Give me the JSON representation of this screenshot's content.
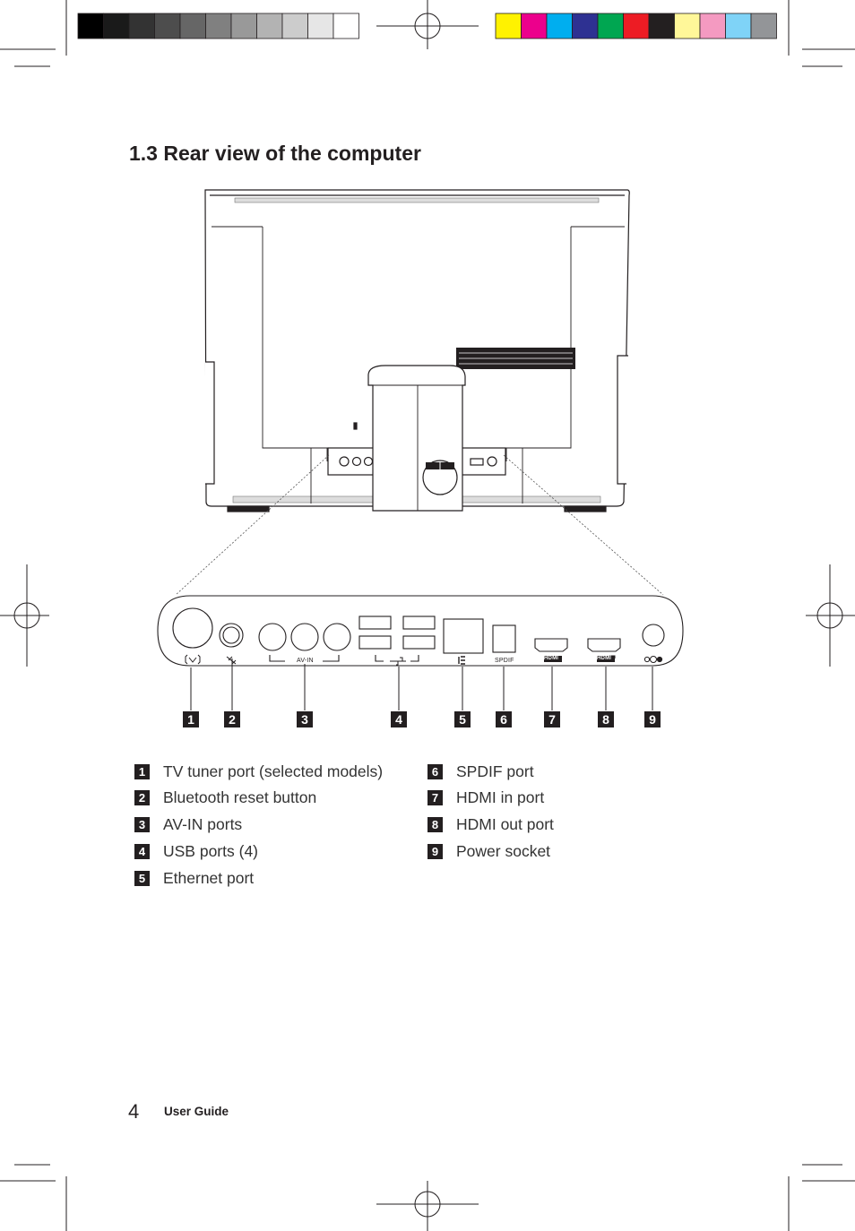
{
  "page": {
    "title": "1.3 Rear view of the computer",
    "footer_page_number": "4",
    "footer_label": "User Guide"
  },
  "panel_labels": {
    "av_in": "AV-IN",
    "spdif": "SPDIF",
    "hdmi_in": "HDMI",
    "hdmi_out": "HDMI"
  },
  "callouts": [
    "1",
    "2",
    "3",
    "4",
    "5",
    "6",
    "7",
    "8",
    "9"
  ],
  "legend_left": [
    {
      "num": "1",
      "label": "TV tuner port (selected models)"
    },
    {
      "num": "2",
      "label": "Bluetooth reset button"
    },
    {
      "num": "3",
      "label": "AV-IN ports"
    },
    {
      "num": "4",
      "label": "USB ports (4)"
    },
    {
      "num": "5",
      "label": "Ethernet port"
    }
  ],
  "legend_right": [
    {
      "num": "6",
      "label": "SPDIF port"
    },
    {
      "num": "7",
      "label": "HDMI in port"
    },
    {
      "num": "8",
      "label": "HDMI out port"
    },
    {
      "num": "9",
      "label": "Power socket"
    }
  ],
  "color_bar_grayscale": [
    "#000000",
    "#1a1a1a",
    "#333333",
    "#4d4d4d",
    "#666666",
    "#808080",
    "#999999",
    "#b3b3b3",
    "#cccccc",
    "#e6e6e6",
    "#ffffff"
  ],
  "color_bar_process": [
    "#fff200",
    "#ec008c",
    "#00aeef",
    "#2e3192",
    "#00a651",
    "#ed1c24",
    "#231f20",
    "#fff799",
    "#f49ac1",
    "#7fd3f7",
    "#939598"
  ]
}
